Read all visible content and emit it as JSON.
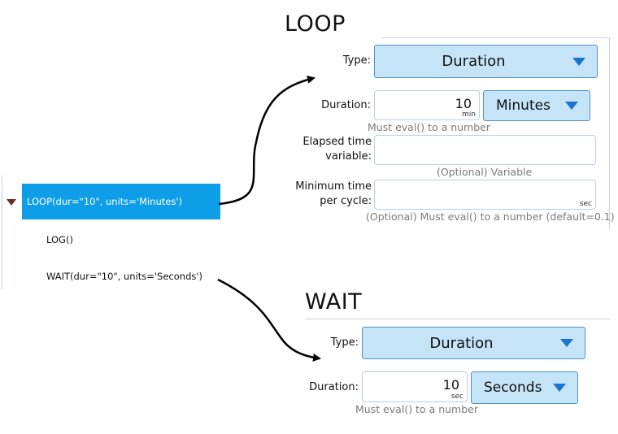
{
  "loop": {
    "heading": "LOOP",
    "type_label": "Type:",
    "type_value": "Duration",
    "duration_label": "Duration:",
    "duration_value": "10",
    "duration_unit": "min",
    "units_value": "Minutes",
    "duration_hint": "Must eval() to a number",
    "elapsed_label_1": "Elapsed time",
    "elapsed_label_2": "variable:",
    "elapsed_value": "",
    "elapsed_hint": "(Optional) Variable",
    "min_label_1": "Minimum time",
    "min_label_2": "per cycle:",
    "min_value": "",
    "min_unit": "sec",
    "min_hint": "(Optional) Must eval() to a number (default=0.1)"
  },
  "wait": {
    "heading": "WAIT",
    "type_label": "Type:",
    "type_value": "Duration",
    "duration_label": "Duration:",
    "duration_value": "10",
    "duration_unit": "sec",
    "units_value": "Seconds",
    "duration_hint": "Must eval() to a number"
  },
  "tree": {
    "items": [
      {
        "label": "LOOP(dur=\"10\", units='Minutes')",
        "selected": true
      },
      {
        "label": "LOG()"
      },
      {
        "label": "WAIT(dur=\"10\", units='Seconds')"
      }
    ]
  },
  "colors": {
    "selection": "#0e9ee8",
    "dropdown_fill": "#c5e4f8",
    "dropdown_arrow": "#1875c9",
    "hint": "#7a7a7a"
  }
}
